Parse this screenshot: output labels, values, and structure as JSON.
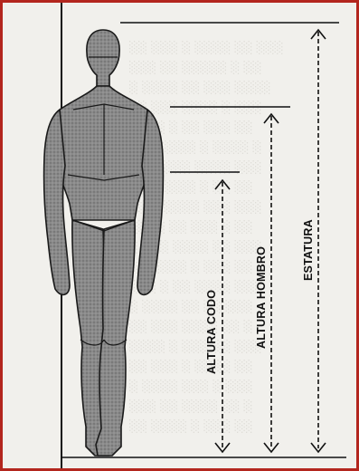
{
  "figure": {
    "title": "",
    "colors": {
      "frame_border": "#b3261e",
      "paper": "#f1f0ec",
      "ink": "#111111",
      "body_fill": "#8a8a8a"
    },
    "measurements": [
      {
        "key": "elbow",
        "label": "ALTURA CODO"
      },
      {
        "key": "shoulder",
        "label": "ALTURA HOMBRO"
      },
      {
        "key": "stature",
        "label": "ESTATURA"
      }
    ]
  }
}
